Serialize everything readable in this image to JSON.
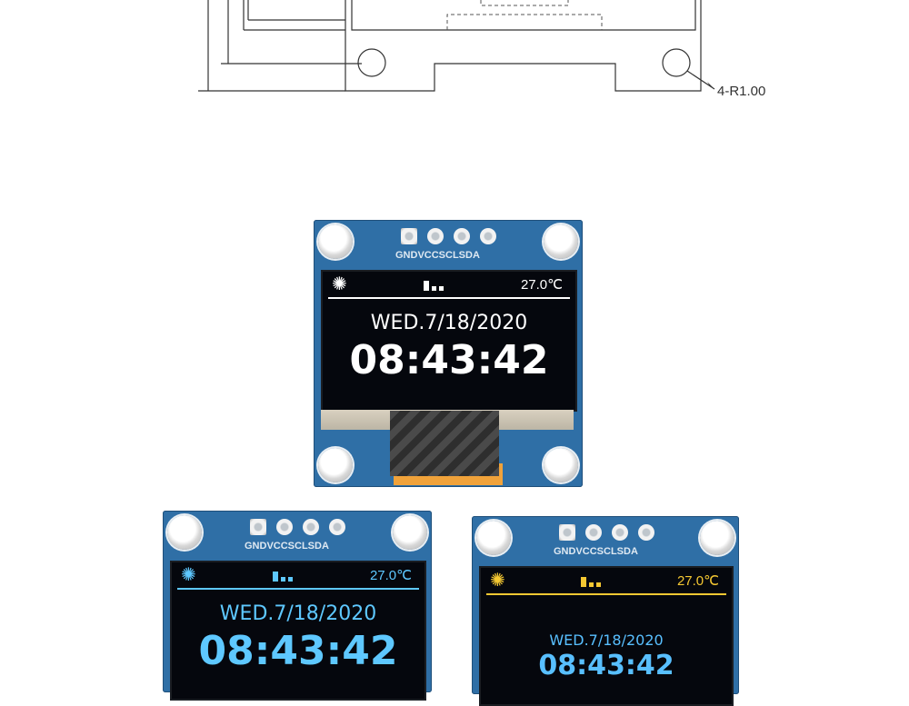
{
  "drawing": {
    "dimension_label": "4-R1.00"
  },
  "pins": [
    "GND",
    "VCC",
    "SCL",
    "SDA"
  ],
  "pin_label_text": "GNDVCCSCLSDA",
  "modules": [
    {
      "id": "top",
      "text_color": "#ffffff",
      "accent_color": "#ffffff",
      "temperature": "27.0℃",
      "date": "WED.7/18/2020",
      "time": "08:43:42"
    },
    {
      "id": "bottom-left",
      "text_color": "#5ec8ff",
      "accent_color": "#5ec8ff",
      "temperature": "27.0℃",
      "date": "WED.7/18/2020",
      "time": "08:43:42"
    },
    {
      "id": "bottom-right",
      "text_color": "#58bfff",
      "accent_color": "#f5c832",
      "temperature": "27.0℃",
      "date": "WED.7/18/2020",
      "time": "08:43:42"
    }
  ]
}
